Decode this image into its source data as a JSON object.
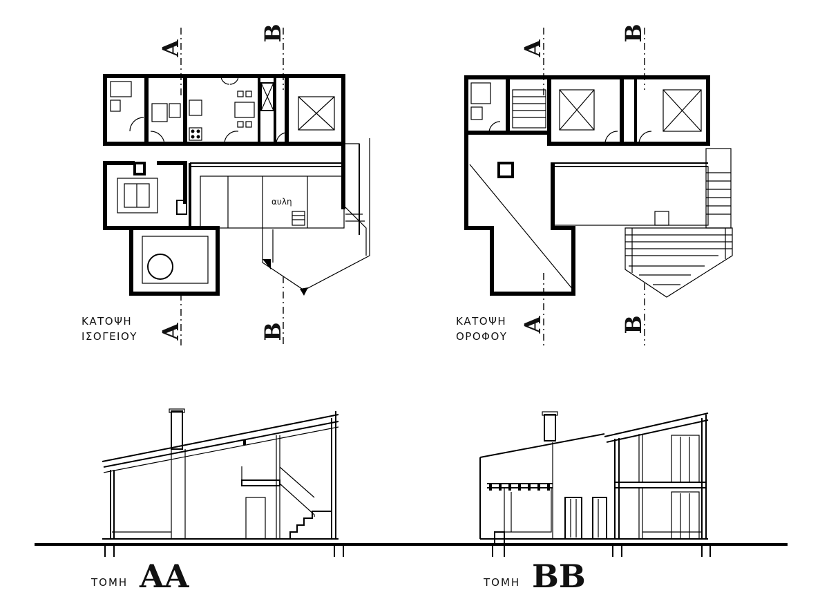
{
  "plans": {
    "ground": {
      "title_line1": "ΚΑΤΟΨΗ",
      "title_line2": "ΙΣΟΓΕΙΟΥ",
      "room_label": "αυλη"
    },
    "upper": {
      "title_line1": "ΚΑΤΟΨΗ",
      "title_line2": "ΟΡΟΦΟΥ"
    }
  },
  "section_markers": {
    "a": "A",
    "b": "B"
  },
  "sections": {
    "aa": {
      "prefix": "ΤΟΜΗ",
      "code": "AA"
    },
    "bb": {
      "prefix": "ΤΟΜΗ",
      "code": "BB"
    }
  }
}
